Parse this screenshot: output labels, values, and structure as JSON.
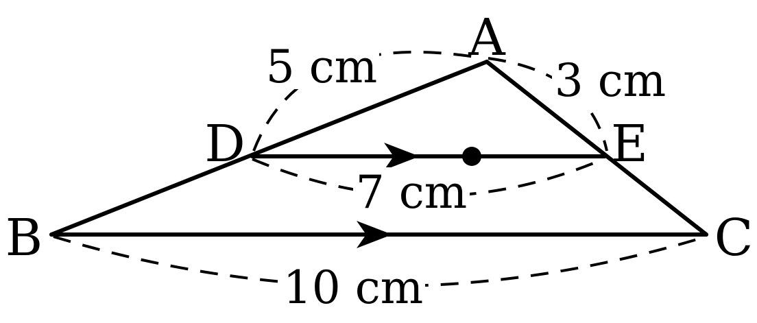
{
  "figure": {
    "vertices": {
      "A": "A",
      "B": "B",
      "C": "C",
      "D": "D",
      "E": "E"
    },
    "measurements": {
      "ad": "5 cm",
      "ae": "3 cm",
      "de": "7 cm",
      "bc": "10 cm"
    },
    "colors": {
      "ink": "#000000",
      "background": "#ffffff"
    }
  }
}
